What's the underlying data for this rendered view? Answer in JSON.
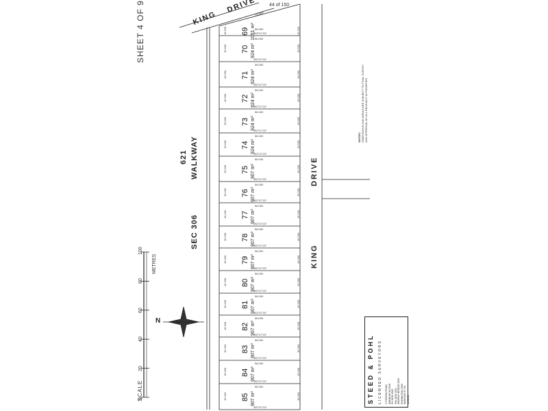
{
  "sheet": {
    "label": "SHEET 4 OF 9"
  },
  "roads": {
    "king_drive_top_left": "KING",
    "king_drive_top_right": "DRIVE",
    "king_drive_right_1": "KING",
    "king_drive_right_2": "DRIVE"
  },
  "walkway": {
    "line1": "621",
    "line2": "WALKWAY"
  },
  "section": {
    "label": "SEC 306"
  },
  "top_boundary": {
    "bearing": "44 of 150",
    "dimension": "53.899"
  },
  "lots": [
    {
      "number": "69",
      "area": "1051 m²",
      "bearing": "352°47'15\""
    },
    {
      "number": "70",
      "area": "924 m²",
      "bearing": "352°47'15\""
    },
    {
      "number": "71",
      "area": "924 m²",
      "bearing": "352°47'15\""
    },
    {
      "number": "72",
      "area": "924 m²",
      "bearing": "352°47'15\""
    },
    {
      "number": "73",
      "area": "924 m²",
      "bearing": "352°47'15\""
    },
    {
      "number": "74",
      "area": "924 m²",
      "bearing": "352°47'15\""
    },
    {
      "number": "75",
      "area": "907 m²",
      "bearing": "352°47'15\""
    },
    {
      "number": "76",
      "area": "907 m²",
      "bearing": "352°47'15\""
    },
    {
      "number": "77",
      "area": "907 m²",
      "bearing": "352°47'15\""
    },
    {
      "number": "78",
      "area": "907 m²",
      "bearing": "352°47'15\""
    },
    {
      "number": "79",
      "area": "907 m²",
      "bearing": "352°47'15\""
    },
    {
      "number": "80",
      "area": "907 m²",
      "bearing": "352°47'15\""
    },
    {
      "number": "81",
      "area": "907 m²",
      "bearing": "352°47'15\""
    },
    {
      "number": "82",
      "area": "907 m²",
      "bearing": "352°47'15\""
    },
    {
      "number": "83",
      "area": "907 m²",
      "bearing": "352°47'15\""
    },
    {
      "number": "84",
      "area": "907 m²",
      "bearing": "352°47'15\""
    },
    {
      "number": "85",
      "area": "907 m²",
      "bearing": "352°47'15\""
    }
  ],
  "lot_frontages": [
    "16.500",
    "16.500",
    "16.500",
    "16.500",
    "16.500",
    "16.500",
    "16.200",
    "16.200",
    "16.200",
    "16.200",
    "16.200",
    "16.200",
    "16.200",
    "16.200",
    "16.200",
    "16.200",
    "16.200"
  ],
  "lot_depth": "56.000",
  "scale": {
    "title": "SCALE",
    "unit": "METRES",
    "ticks": [
      "0",
      "20",
      "40",
      "60",
      "80",
      "100"
    ]
  },
  "notes": {
    "heading": "NOTES:",
    "line1": "DIMENSIONS AND AREAS ARE SUBJECT TO FINAL SURVEY",
    "line2": "AND APPROVAL BY ALL RELEVANT AUTHORITIES"
  },
  "company": {
    "name": "STEED & POHL",
    "tagline": "LICENSED SURVEYORS",
    "lines": [
      "2 STATION ROAD",
      "MANNUM SA 5238",
      "PH 8532 4500",
      "FAX 8532 4501",
      "MURRAY BRIDGE 5253",
      "PHONE 8532 3500",
      "MAWSON ST SA",
      "11/06/08"
    ]
  },
  "colors": {
    "ink": "#222222",
    "paper": "#ffffff"
  }
}
